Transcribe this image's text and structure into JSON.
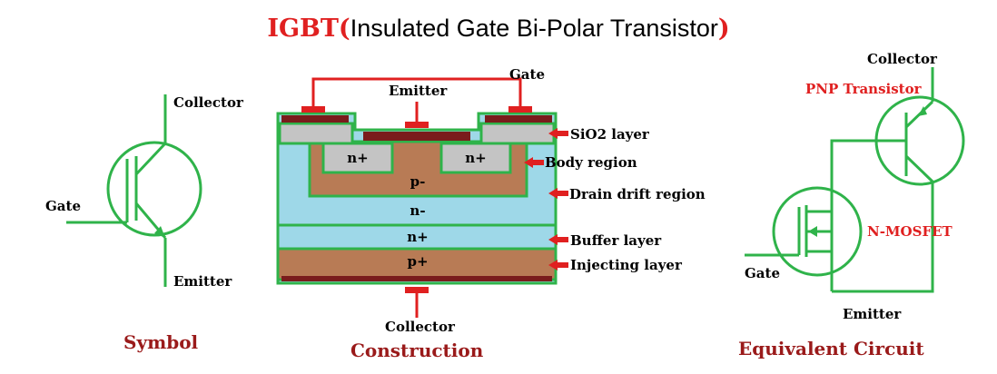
{
  "title": {
    "prefix": "IGBT",
    "open_paren": "(",
    "main": "Insulated Gate Bi-Polar Transistor",
    "close_paren": ")"
  },
  "symbol": {
    "collector_label": "Collector",
    "gate_label": "Gate",
    "emitter_label": "Emitter",
    "caption": "Symbol"
  },
  "construction": {
    "gate_label": "Gate",
    "emitter_label": "Emitter",
    "collector_label": "Collector",
    "caption": "Construction",
    "regions": {
      "n_plus_left": "n+",
      "n_plus_right": "n+",
      "p_minus": "p-",
      "n_minus": "n-",
      "n_plus_buffer": "n+",
      "p_plus": "p+"
    },
    "layers": [
      "SiO2 layer",
      "Body region",
      "Drain drift region",
      "Buffer layer",
      "Injecting layer"
    ]
  },
  "equivalent": {
    "collector_label": "Collector",
    "pnp_label": "PNP Transistor",
    "nmosfet_label": "N-MOSFET",
    "gate_label": "Gate",
    "emitter_label": "Emitter",
    "caption": "Equivalent Circuit"
  },
  "colors": {
    "green": "#2fb34a",
    "red": "#e02020",
    "maroon": "#7a1c1c",
    "brown": "#b87b55",
    "light_blue": "#9ed8e8",
    "gray": "#c4c4c4",
    "caption_red": "#9a1a1a"
  }
}
